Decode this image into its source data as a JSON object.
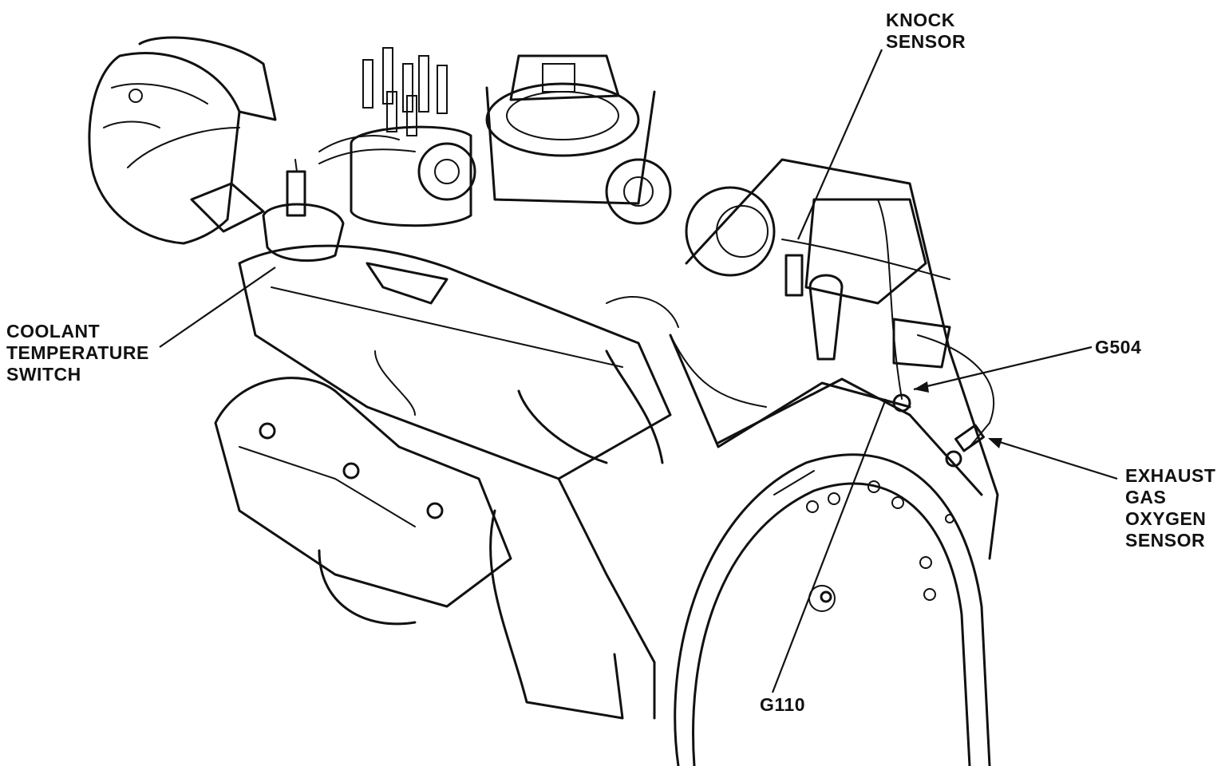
{
  "labels": {
    "coolant_temperature_switch": [
      "COOLANT",
      "TEMPERATURE",
      "SWITCH"
    ],
    "knock_sensor": [
      "KNOCK",
      "SENSOR"
    ],
    "g504": "G504",
    "exhaust_gas_oxygen_sensor": [
      "EXHAUST",
      "GAS",
      "OXYGEN",
      "SENSOR"
    ],
    "g110": "G110"
  },
  "colors": {
    "ink": "#111111",
    "paper": "#ffffff"
  }
}
